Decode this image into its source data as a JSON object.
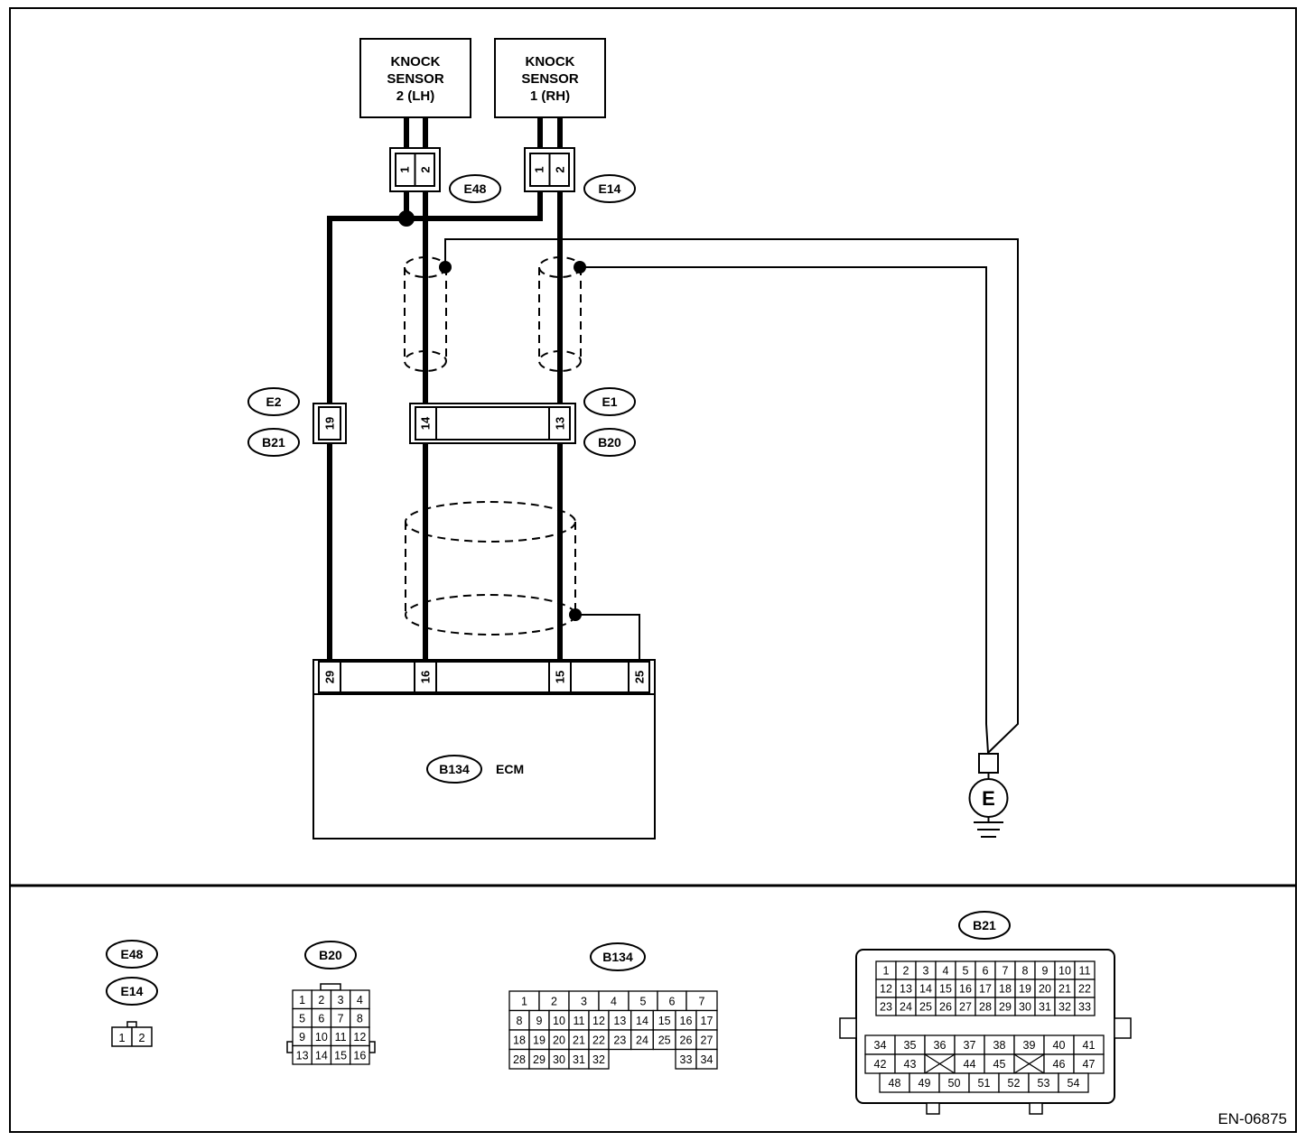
{
  "components": {
    "knock_sensor_2": [
      "KNOCK",
      "SENSOR",
      "2 (LH)"
    ],
    "knock_sensor_1": [
      "KNOCK",
      "SENSOR",
      "1 (RH)"
    ],
    "ecm_label": "ECM",
    "ground_symbol": "E"
  },
  "connector_tags": {
    "e48": "E48",
    "e14": "E14",
    "e2": "E2",
    "b21": "B21",
    "e1": "E1",
    "b20": "B20",
    "b134": "B134"
  },
  "pins": {
    "e48": [
      "1",
      "2"
    ],
    "e14": [
      "1",
      "2"
    ],
    "e2_b21": "19",
    "e1_b20": [
      "14",
      "13"
    ],
    "ecm": [
      "29",
      "16",
      "15",
      "25"
    ]
  },
  "views": {
    "e48_label": "E48",
    "e14_label": "E14",
    "e48_e14_pins": [
      "1",
      "2"
    ],
    "b20_label": "B20",
    "b20_rows": [
      [
        "1",
        "2",
        "3",
        "4"
      ],
      [
        "5",
        "6",
        "7",
        "8"
      ],
      [
        "9",
        "10",
        "11",
        "12"
      ],
      [
        "13",
        "14",
        "15",
        "16"
      ]
    ],
    "b134_label": "B134",
    "b134_rows": [
      [
        "1",
        "2",
        "3",
        "4",
        "5",
        "6",
        "7"
      ],
      [
        "8",
        "9",
        "10",
        "11",
        "12",
        "13",
        "14",
        "15",
        "16",
        "17"
      ],
      [
        "18",
        "19",
        "20",
        "21",
        "22",
        "23",
        "24",
        "25",
        "26",
        "27"
      ],
      [
        "28",
        "29",
        "30",
        "31",
        "32",
        "33",
        "34"
      ]
    ],
    "b21_label": "B21",
    "b21_rows": [
      [
        "1",
        "2",
        "3",
        "4",
        "5",
        "6",
        "7",
        "8",
        "9",
        "10",
        "11"
      ],
      [
        "12",
        "13",
        "14",
        "15",
        "16",
        "17",
        "18",
        "19",
        "20",
        "21",
        "22"
      ],
      [
        "23",
        "24",
        "25",
        "26",
        "27",
        "28",
        "29",
        "30",
        "31",
        "32",
        "33"
      ],
      [
        "34",
        "35",
        "36",
        "37",
        "38",
        "39",
        "40",
        "41"
      ],
      [
        "42",
        "43",
        "",
        "44",
        "45",
        "",
        "46",
        "47"
      ],
      [
        "48",
        "49",
        "50",
        "51",
        "52",
        "53",
        "54"
      ]
    ]
  },
  "figure_id": "EN-06875"
}
